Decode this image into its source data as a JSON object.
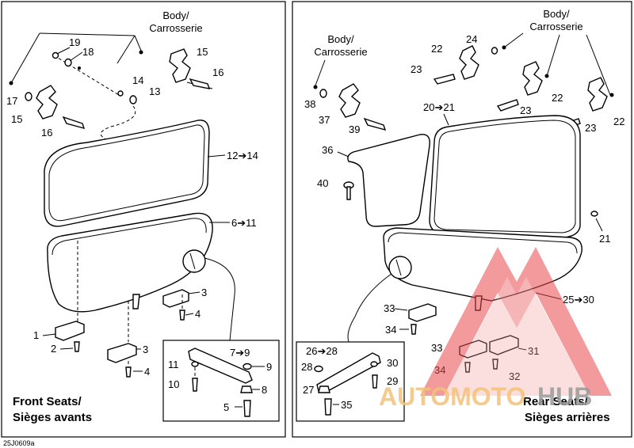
{
  "left_panel": {
    "body_label_line1": "Body/",
    "body_label_line2": "Carrosserie",
    "title_line1": "Front Seats/",
    "title_line2": "Sièges avants",
    "callouts": {
      "c19": "19",
      "c18": "18",
      "c15a": "15",
      "c16a": "16",
      "c14": "14",
      "c13": "13",
      "c17": "17",
      "c15b": "15",
      "c16b": "16",
      "c12": "12➔14",
      "c6": "6➔11",
      "c3a": "3",
      "c4a": "4",
      "c1": "1",
      "c2": "2",
      "c3b": "3",
      "c4b": "4",
      "c7": "7➔9",
      "c11": "11",
      "c9": "9",
      "c10": "10",
      "c8": "8",
      "c5": "5"
    }
  },
  "right_panel": {
    "body_label_top_line1": "Body/",
    "body_label_top_line2": "Carrosserie",
    "body_label_left_line1": "Body/",
    "body_label_left_line2": "Carrosserie",
    "title_line1": "Rear Seats/",
    "title_line2": "Sièges arrières",
    "callouts": {
      "c24": "24",
      "c22a": "22",
      "c23a": "23",
      "c22b": "22",
      "c23b": "23",
      "c22c": "22",
      "c23c": "23",
      "c38": "38",
      "c37": "37",
      "c39": "39",
      "c20": "20➔21",
      "c36": "36",
      "c40": "40",
      "c21": "21",
      "c25": "25➔30",
      "c33a": "33",
      "c34a": "34",
      "c33b": "33",
      "c31": "31",
      "c34b": "34",
      "c32": "32",
      "c26": "26➔28",
      "c28": "28",
      "c30": "30",
      "c27": "27",
      "c29": "29",
      "c35": "35"
    }
  },
  "doc_code": "25J0609a",
  "watermark": {
    "text": "AUTOMOTOHUB",
    "text_part1": "AUTOMOTO",
    "text_part2": "HUB",
    "color_main": "#f4c27a",
    "color_hub": "#9a9a9a",
    "logo_color": "#e8484c"
  }
}
